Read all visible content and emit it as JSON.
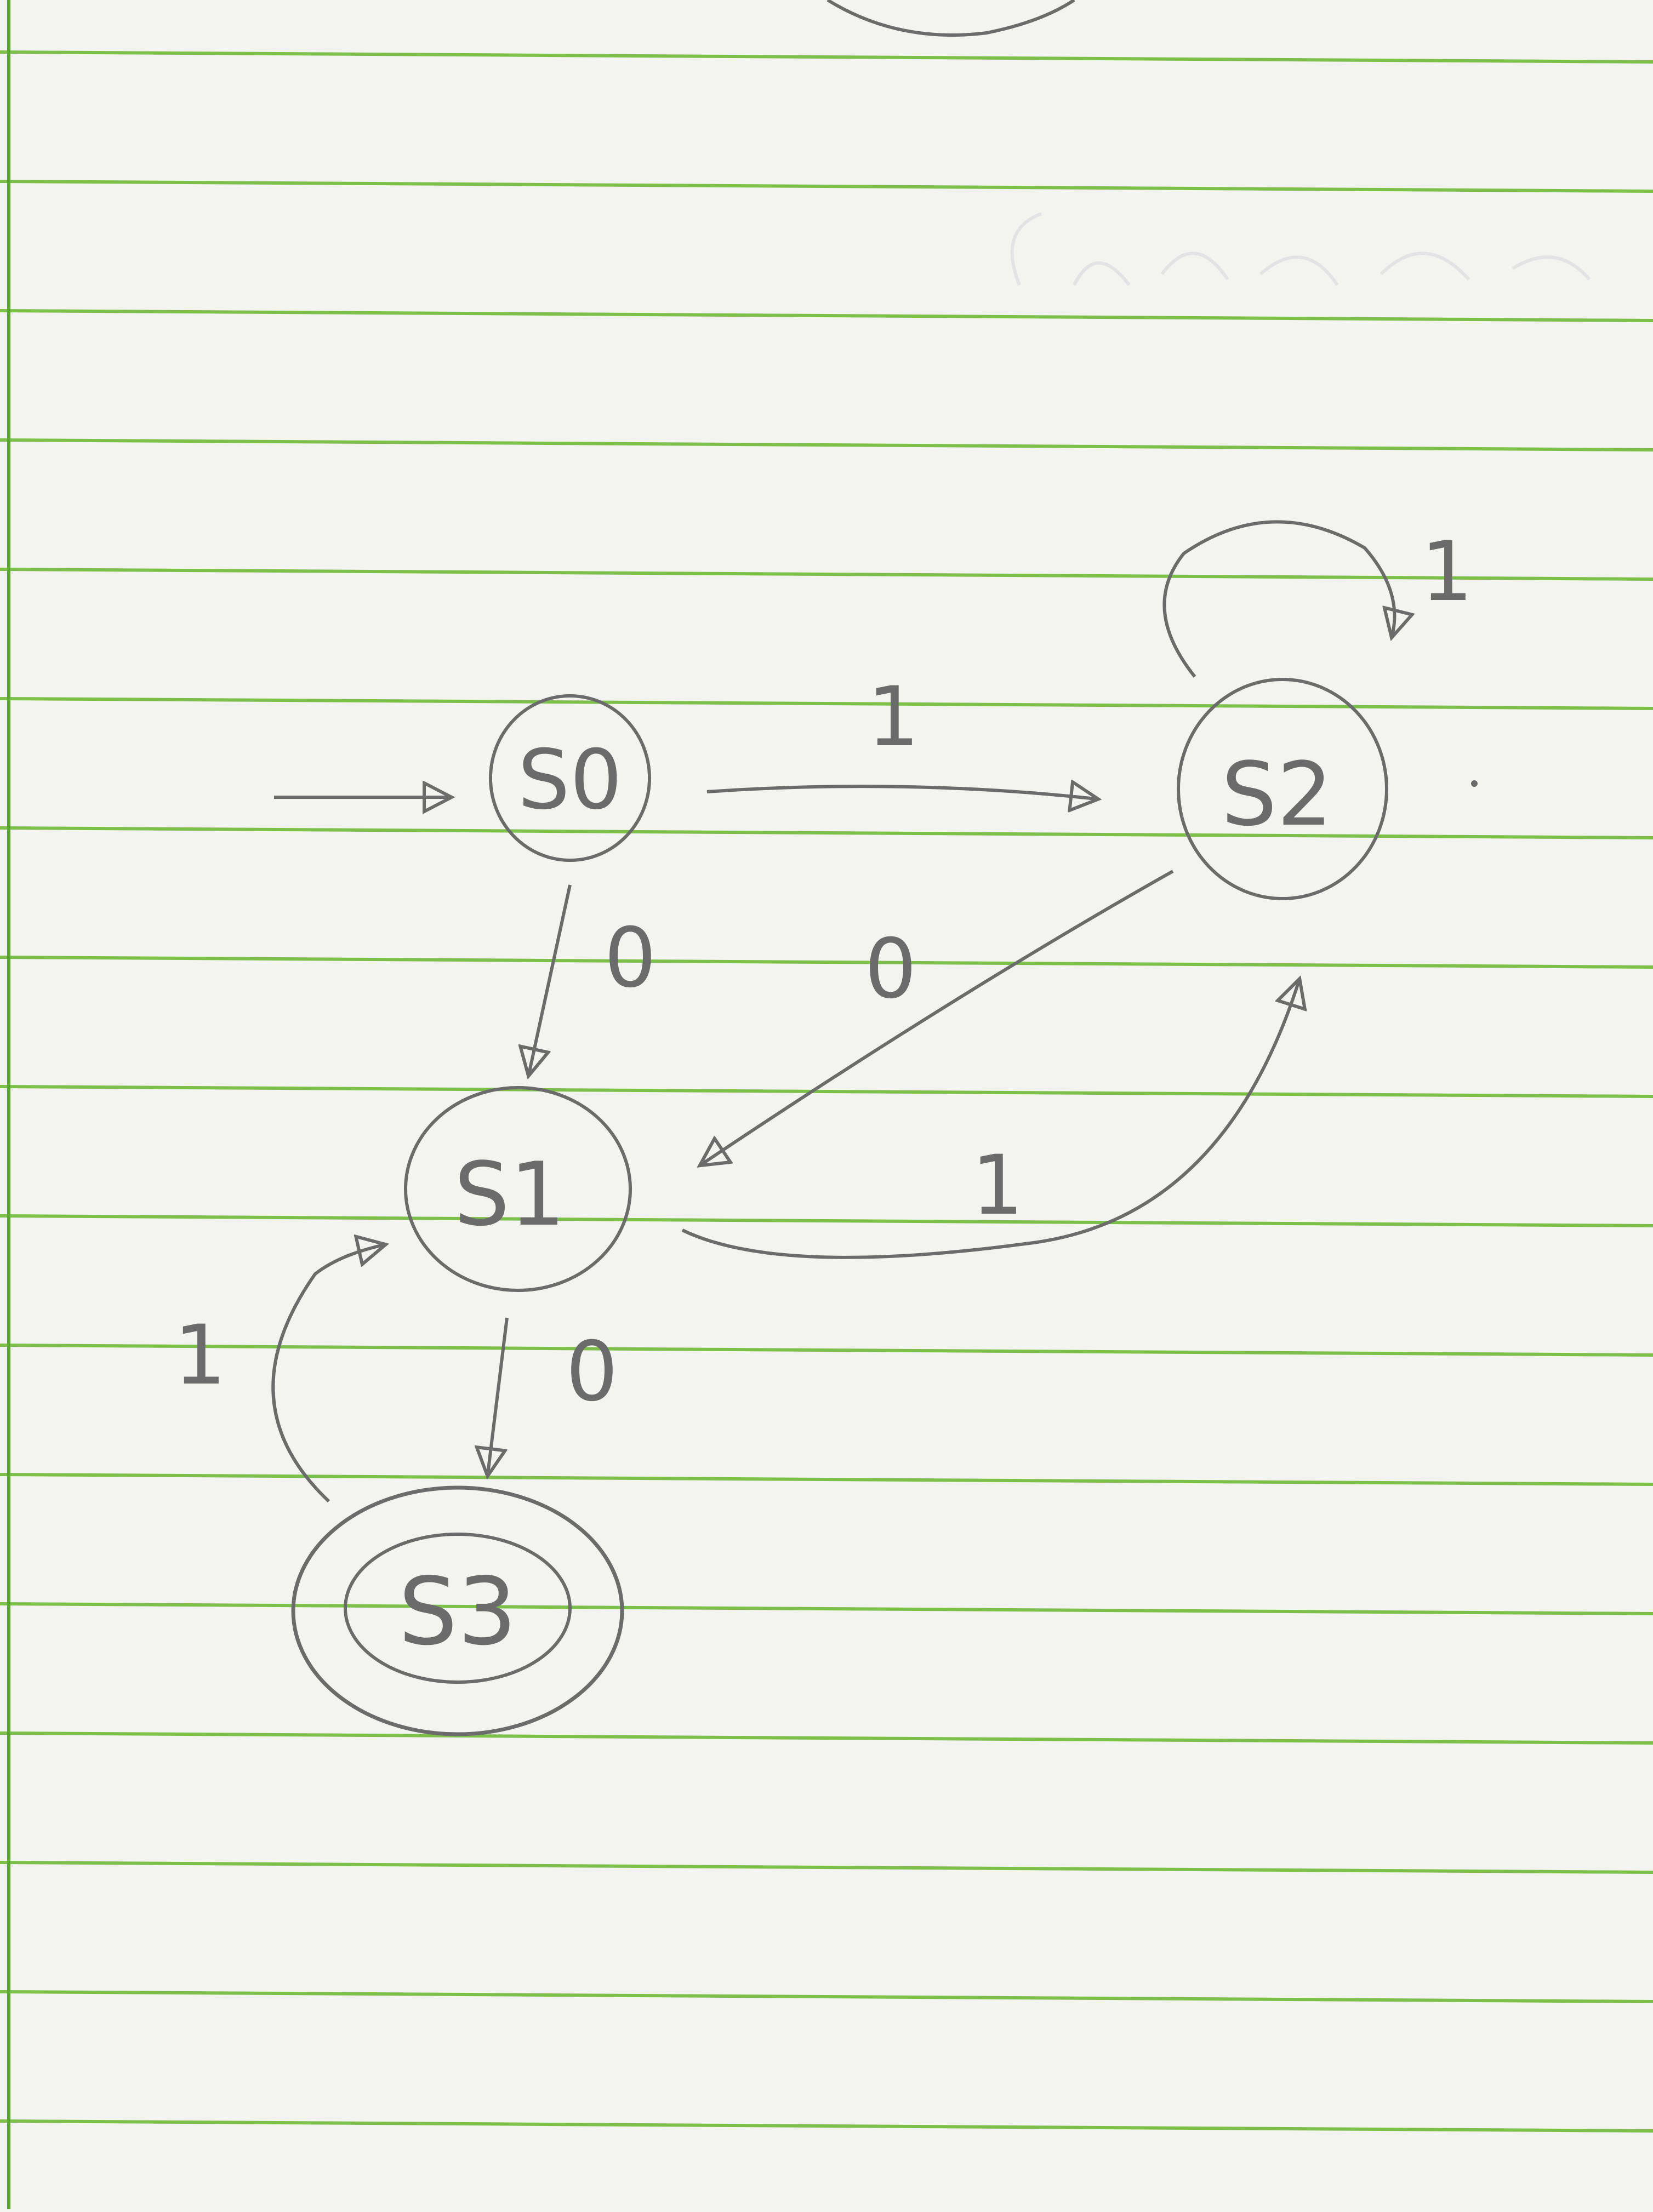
{
  "colors": {
    "paper": "#f3f3ef",
    "rule_line": "#7cc04a",
    "margin_line": "#5aa832",
    "pencil": "#6b6b6b"
  },
  "diagram": {
    "type": "finite-state-automaton",
    "states": [
      {
        "id": "S0",
        "label": "S0",
        "initial": true,
        "accepting": false
      },
      {
        "id": "S1",
        "label": "S1",
        "initial": false,
        "accepting": false
      },
      {
        "id": "S2",
        "label": "S2",
        "initial": false,
        "accepting": false
      },
      {
        "id": "S3",
        "label": "S3",
        "initial": false,
        "accepting": true
      }
    ],
    "transitions": [
      {
        "from": "S0",
        "to": "S2",
        "label": "1"
      },
      {
        "from": "S0",
        "to": "S1",
        "label": "0"
      },
      {
        "from": "S2",
        "to": "S2",
        "label": "1"
      },
      {
        "from": "S2",
        "to": "S1",
        "label": "0"
      },
      {
        "from": "S1",
        "to": "S2",
        "label": "1"
      },
      {
        "from": "S1",
        "to": "S3",
        "label": "0"
      },
      {
        "from": "S3",
        "to": "S1",
        "label": "1"
      }
    ]
  }
}
